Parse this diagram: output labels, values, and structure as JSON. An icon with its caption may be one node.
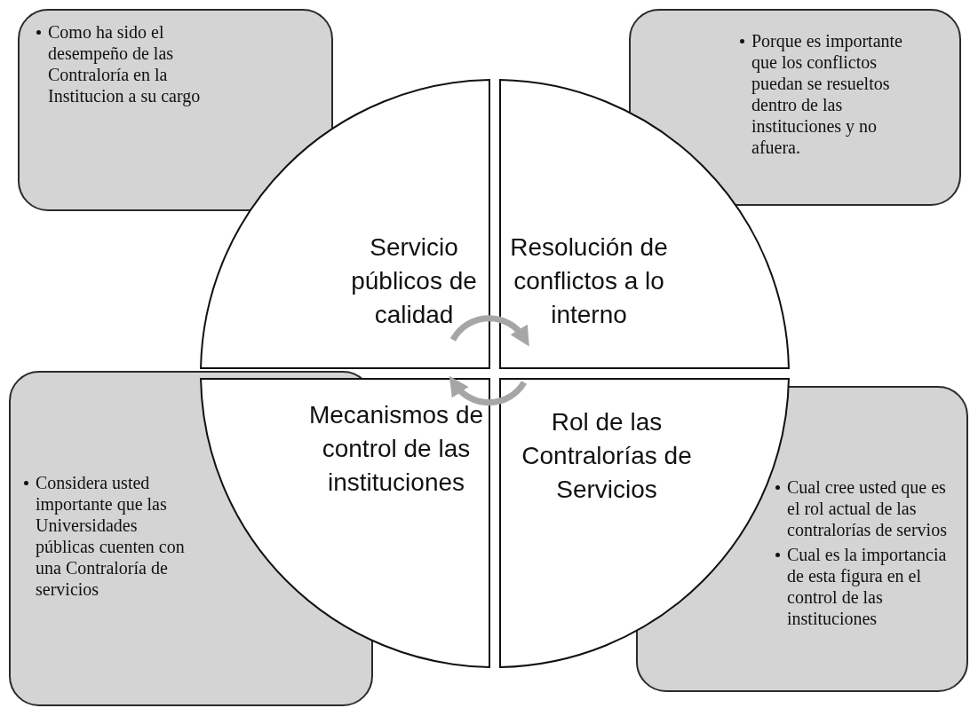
{
  "diagram": {
    "nodes": [
      {
        "text": [
          "Como ha sido el desempeño de las Contraloría en la Institucion a su cargo"
        ]
      },
      {
        "text": [
          "Porque es importante que los conflictos puedan se resueltos dentro de las instituciones y no afuera."
        ]
      },
      {
        "text": [
          "Servicio públicos de calidad"
        ]
      },
      {
        "text": [
          "Resolución de conflictos a lo interno"
        ]
      },
      {
        "text": [
          "Mecanismos de control de las instituciones"
        ]
      },
      {
        "text": [
          "Rol de las Contralorías de Servicios"
        ]
      },
      {
        "text": [
          "Considera usted importante que las Universidades públicas cuenten con una Contraloría de servicios"
        ]
      },
      {
        "text": [
          "Cual cree usted que es el rol actual de las contralorías de servios",
          "Cual es la importancia de esta figura en el control de las instituciones"
        ]
      }
    ],
    "edges": [
      {
        "from": 2,
        "to": 3,
        "arrow": "to"
      },
      {
        "from": 5,
        "to": 4,
        "arrow": "to"
      }
    ]
  }
}
